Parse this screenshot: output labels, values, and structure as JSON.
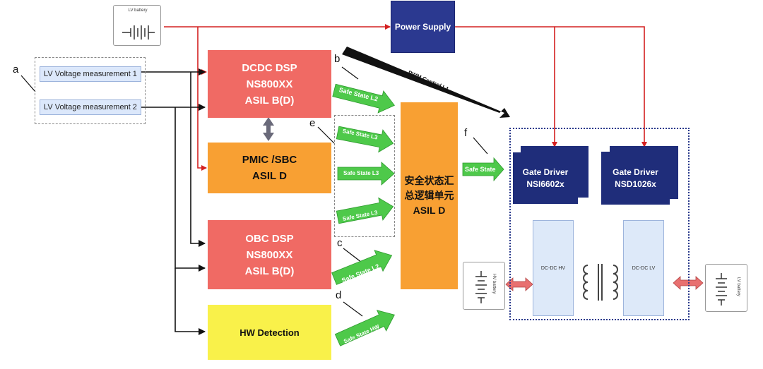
{
  "lv_battery_top": {
    "label": "LV battery"
  },
  "power_supply": {
    "label": "Power Supply"
  },
  "measurements": [
    {
      "label": "LV Voltage measurement 1"
    },
    {
      "label": "LV Voltage measurement 2"
    }
  ],
  "dcdc": {
    "line1": "DCDC DSP",
    "line2": "NS800XX",
    "line3": "ASIL B(D)"
  },
  "pmic": {
    "line1": "PMIC /SBC",
    "line2": "ASIL D"
  },
  "obc": {
    "line1": "OBC DSP",
    "line2": "NS800XX",
    "line3": "ASIL B(D)"
  },
  "hw_detection": {
    "label": "HW Detection"
  },
  "safety_unit": {
    "line1": "安全状态汇",
    "line2": "总逻辑单元",
    "line3": "ASIL D"
  },
  "arrows": {
    "l2_top": "Safe State L2",
    "l3_1": "Safe State L3",
    "l3_2": "Safe State L3",
    "l3_3": "Safe State L3",
    "l2_bottom": "Safe State L2",
    "hw": "Safe State HW",
    "safe_state": "Safe State",
    "pwm": "PWM Control L1"
  },
  "gate_driver_1": {
    "line1": "Gate Driver",
    "line2": "NSI6602x"
  },
  "gate_driver_2": {
    "line1": "Gate Driver",
    "line2": "NSD1026x"
  },
  "dcdc_hv": {
    "label": "DC-DC HV"
  },
  "dcdc_lv": {
    "label": "DC-DC LV"
  },
  "hv_battery": {
    "label": "HV battery"
  },
  "lv_battery_right": {
    "label": "LV battery"
  },
  "letters": {
    "a": "a",
    "b": "b",
    "c": "c",
    "d": "d",
    "e": "e",
    "f": "f"
  },
  "colors": {
    "red_wire": "#d42020",
    "black_wire": "#111111",
    "dsp": "#f06a64",
    "pmic": "#f8a033",
    "hw": "#f9f14a",
    "safety": "#f8a033",
    "green_arrow": "#4ec94a",
    "navy": "#2b3990"
  }
}
